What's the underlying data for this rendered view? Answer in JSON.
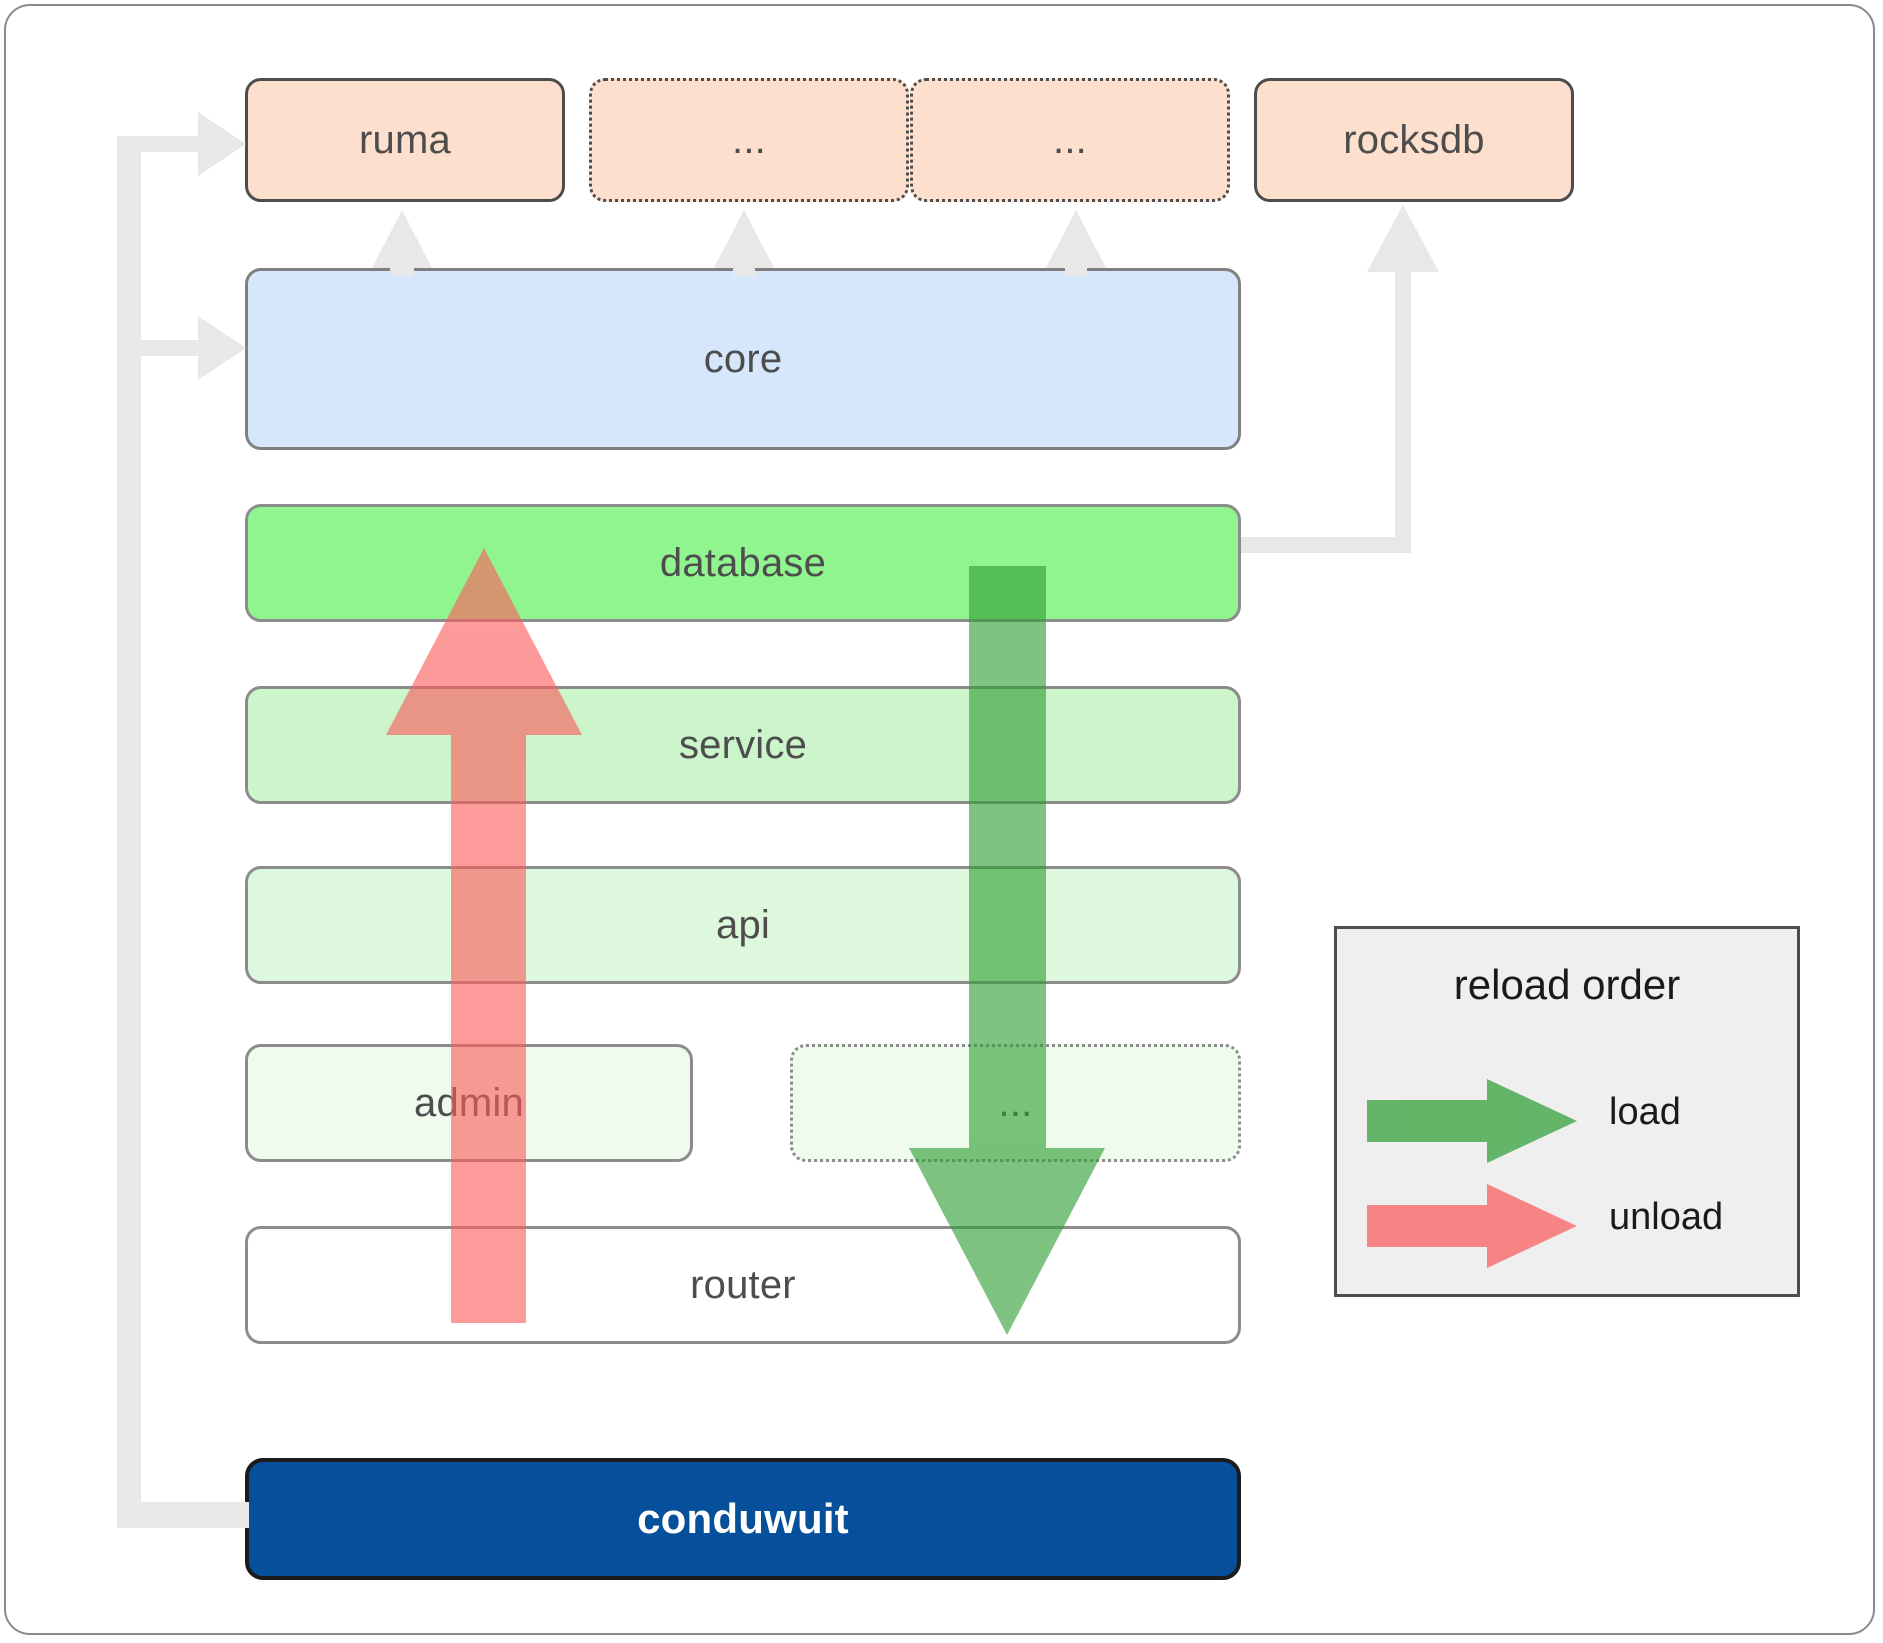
{
  "diagram": {
    "title": "conduwuit module / reload order architecture",
    "colors": {
      "frame_border": "#8a8a8a",
      "dependency_fill": "#fce0cd",
      "dependency_border": "#4d4d4d",
      "core_fill": "#d6e7fb",
      "core_border": "#808080",
      "layer_border": "#8c8c8c",
      "app_fill": "#064f9b",
      "app_text": "#ffffff",
      "connector_grey": "#e8e8e8",
      "load_green": "#4caf50",
      "load_green_dark": "#2e9e34",
      "unload_red": "#fa8a8a",
      "unload_red_dark": "#fb5c5c",
      "legend_fill": "#efefef",
      "legend_border": "#4d4d4d",
      "label_text": "#4d4d4d"
    }
  },
  "dependencies": [
    {
      "id": "ruma",
      "label": "ruma",
      "style": "solid"
    },
    {
      "id": "dep-a",
      "label": "...",
      "style": "dotted"
    },
    {
      "id": "dep-b",
      "label": "...",
      "style": "dotted"
    },
    {
      "id": "rocksdb",
      "label": "rocksdb",
      "style": "solid"
    }
  ],
  "core": {
    "label": "core",
    "fill": "#d6e7fb"
  },
  "layers": [
    {
      "id": "database",
      "label": "database",
      "fill": "#90f58f",
      "style": "solid"
    },
    {
      "id": "service",
      "label": "service",
      "fill": "#cdf5cc",
      "style": "solid"
    },
    {
      "id": "api",
      "label": "api",
      "fill": "#ddf8dc",
      "style": "solid"
    },
    {
      "id": "admin",
      "label": "admin",
      "fill": "#eefbed",
      "style": "solid"
    },
    {
      "id": "etc",
      "label": "...",
      "fill": "#eefbed",
      "style": "dotted"
    },
    {
      "id": "router",
      "label": "router",
      "fill": "#ffffff",
      "style": "solid"
    }
  ],
  "app": {
    "label": "conduwuit"
  },
  "legend": {
    "title": "reload order",
    "items": [
      {
        "id": "load",
        "label": "load",
        "color": "#4caf50",
        "direction": "down"
      },
      {
        "id": "unload",
        "label": "unload",
        "color": "#fa8a8a",
        "direction": "up"
      }
    ]
  },
  "flows": [
    {
      "id": "load-arrow",
      "label": "load",
      "from": "database",
      "to": "router",
      "color": "#4caf50",
      "direction": "down"
    },
    {
      "id": "unload-arrow",
      "label": "unload",
      "from": "router",
      "to": "database",
      "color": "#fa8a8a",
      "direction": "up"
    }
  ]
}
